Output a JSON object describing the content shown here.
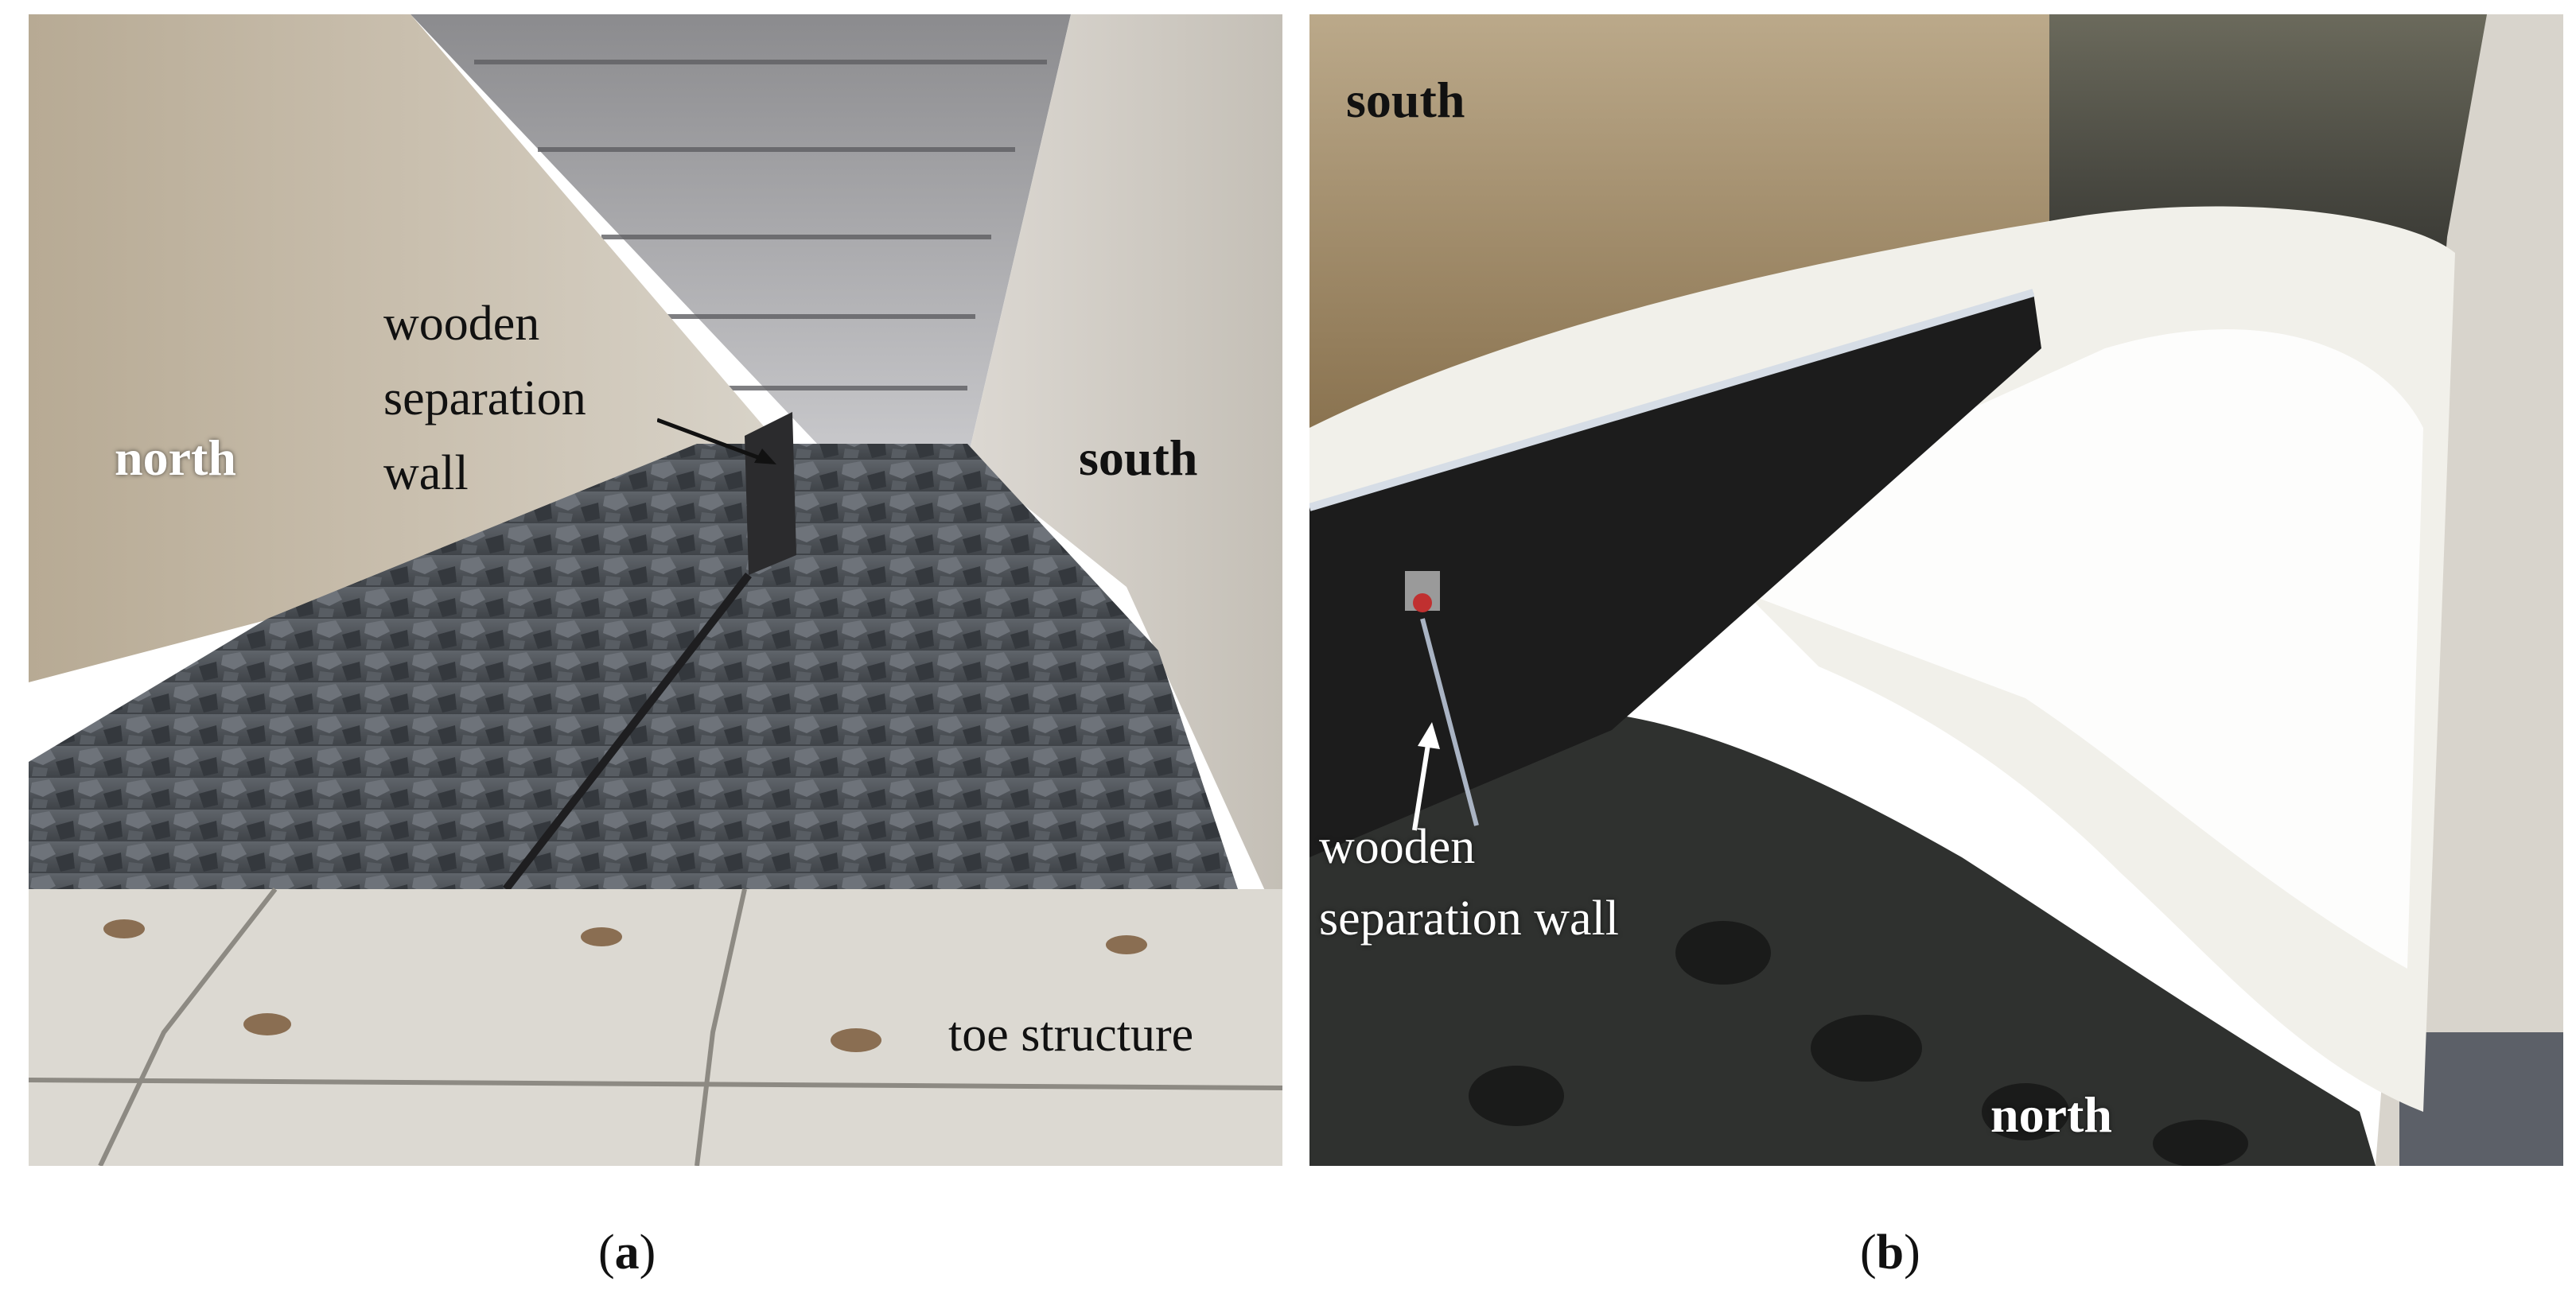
{
  "panels": [
    {
      "id": "a",
      "caption_open": "(",
      "caption_letter": "a",
      "caption_close": ")",
      "labels": {
        "north": "north",
        "south": "south",
        "wall_line1": "wooden",
        "wall_line2": "separation",
        "wall_line3": "wall",
        "toe": "toe structure"
      }
    },
    {
      "id": "b",
      "caption_open": "(",
      "caption_letter": "b",
      "caption_close": ")",
      "labels": {
        "south": "south",
        "north": "north",
        "wall_line1": "wooden",
        "wall_line2": "separation wall"
      }
    }
  ],
  "colors": {
    "concrete": "#c9c2b4",
    "rock": "#4b4f55",
    "foam": "#f2f2ee",
    "water": "#6a6a5e",
    "wall_dark": "#1c1c1c"
  }
}
